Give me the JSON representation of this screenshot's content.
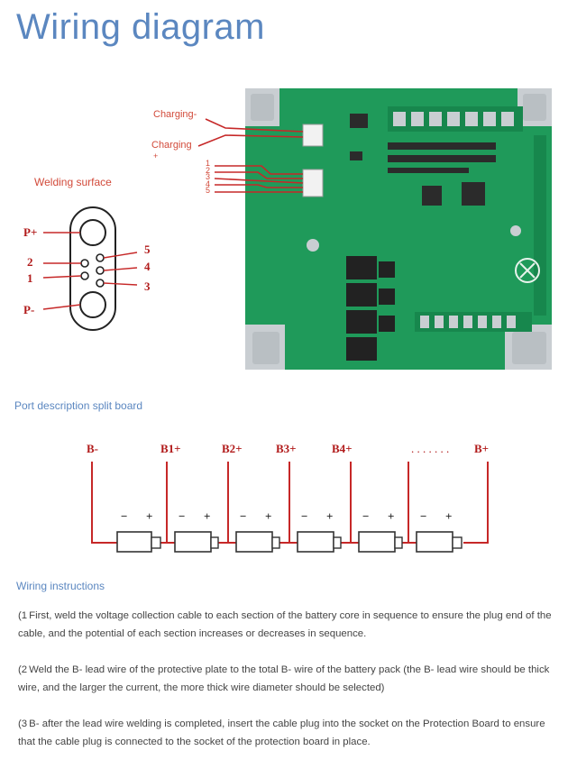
{
  "title": "Wiring diagram",
  "board": {
    "charging_neg_label": "Charging-",
    "charging_pos_label": "Charging",
    "charging_pos_sign": "+",
    "connector_pins": [
      "1",
      "2",
      "3",
      "4",
      "5"
    ],
    "colors": {
      "pcb": "#1f9a5a",
      "pcb_dark": "#13723f",
      "pad": "#c9ced2",
      "wire": "#c62828"
    }
  },
  "welding": {
    "label": "Welding surface",
    "p_plus": "P+",
    "p_minus": "P-",
    "left_pins": [
      "2",
      "1"
    ],
    "right_pins": [
      "5",
      "4",
      "3"
    ]
  },
  "split_board": {
    "label": "Port description split board",
    "terminals": [
      "B-",
      "B1+",
      "B2+",
      "B3+",
      "B4+",
      "B+"
    ],
    "ellipsis": ". . . . . . .",
    "cell_signs": {
      "minus": "−",
      "plus": "+"
    }
  },
  "instructions": {
    "label": "Wiring instructions",
    "items": [
      {
        "bullet": "(1",
        "text": "First, weld the voltage collection cable to each section of the battery core in sequence to ensure the plug end of the cable, and the potential of each section increases or decreases in sequence."
      },
      {
        "bullet": "(2",
        "text": "Weld the B- lead wire of the protective plate to the total B- wire of the battery pack (the B- lead wire should be thick wire, and the larger the current, the more thick wire diameter should be selected)"
      },
      {
        "bullet": "(3",
        "text": "B- after the lead wire welding is completed, insert the cable plug into the socket on the Protection Board to ensure that the cable plug is connected to the socket of the protection board in place."
      }
    ]
  }
}
